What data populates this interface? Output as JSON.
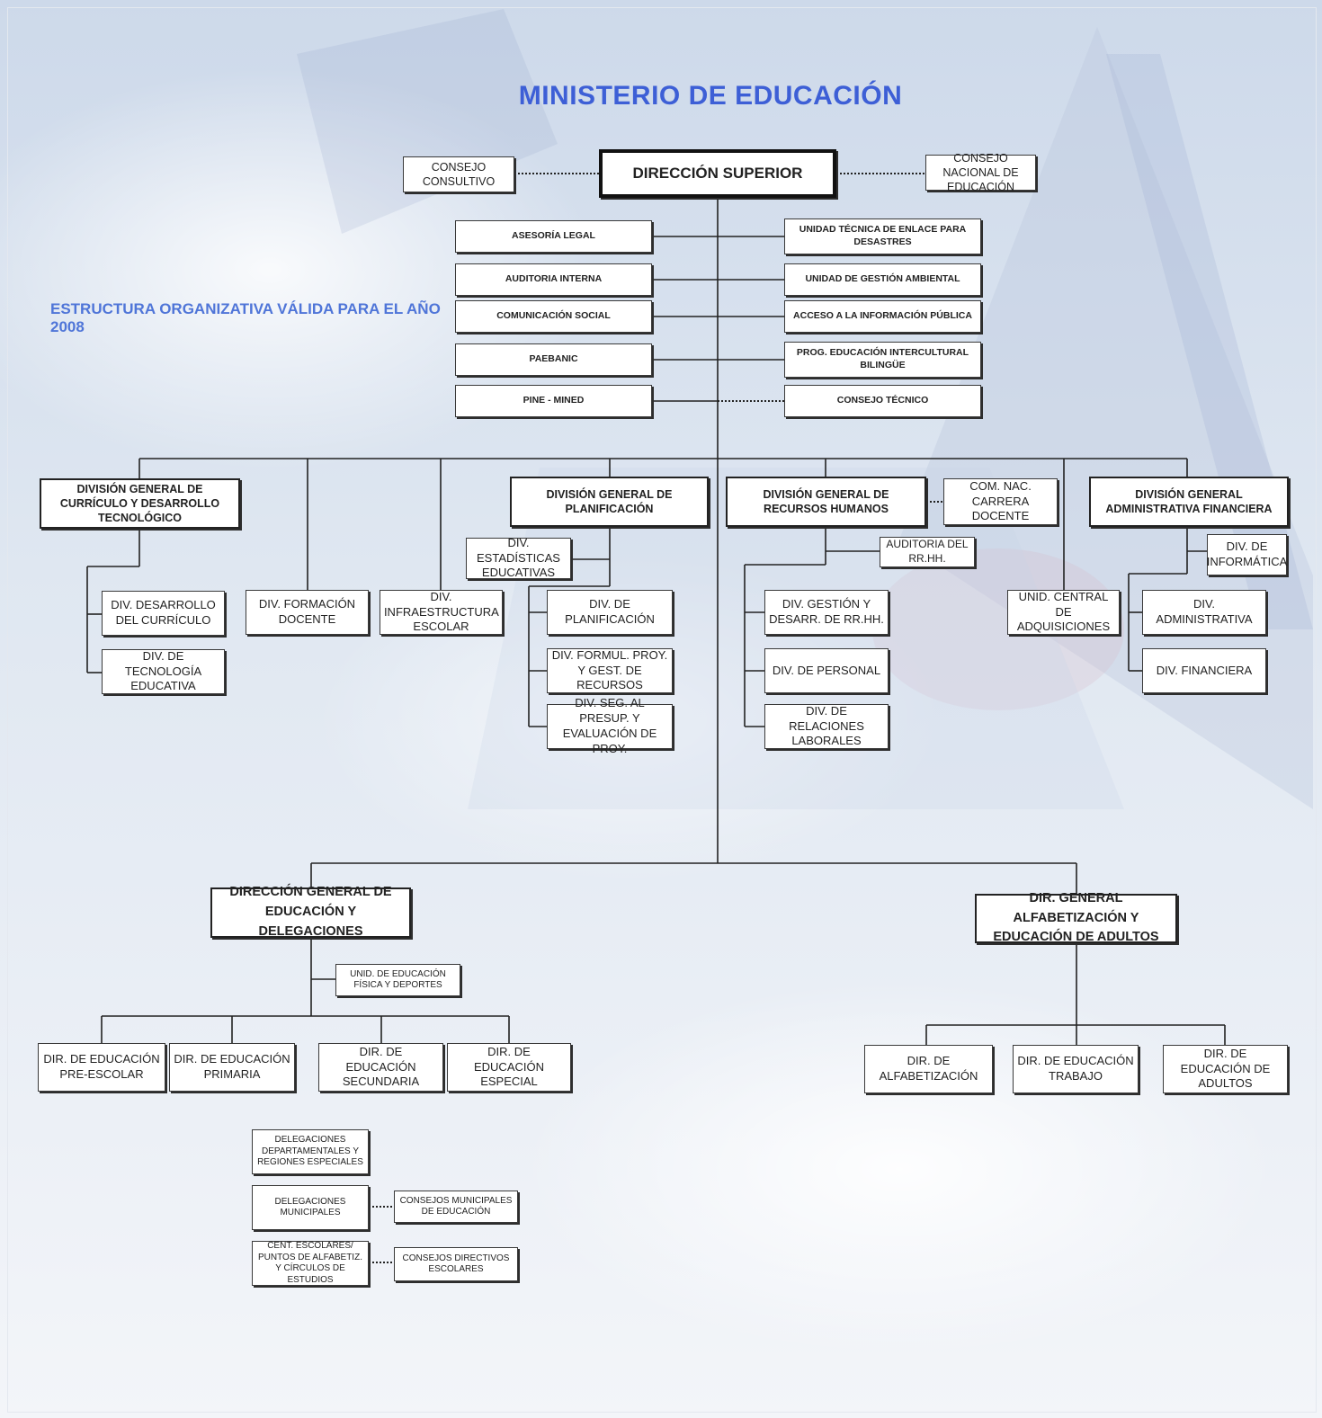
{
  "title": "MINISTERIO DE EDUCACIÓN",
  "subtitle": "ESTRUCTURA ORGANIZATIVA VÁLIDA PARA EL AÑO 2008",
  "top": {
    "main": "DIRECCIÓN SUPERIOR",
    "left": "CONSEJO CONSULTIVO",
    "right": "CONSEJO NACIONAL DE EDUCACIÓN"
  },
  "staff_left": [
    "ASESORÍA LEGAL",
    "AUDITORIA INTERNA",
    "COMUNICACIÓN SOCIAL",
    "PAEBANIC",
    "PINE - MINED"
  ],
  "staff_right": [
    "UNIDAD TÉCNICA DE ENLACE PARA DESASTRES",
    "UNIDAD DE GESTIÓN AMBIENTAL",
    "ACCESO A LA INFORMACIÓN PÚBLICA",
    "PROG. EDUCACIÓN INTERCULTURAL BILINGÜE",
    "CONSEJO TÉCNICO"
  ],
  "curriculo": {
    "head": "DIVISIÓN GENERAL DE CURRÍCULO Y DESARROLLO TECNOLÓGICO",
    "items": [
      "DIV. DESARROLLO DEL CURRÍCULO",
      "DIV. DE TECNOLOGÍA EDUCATIVA"
    ]
  },
  "formacion": "DIV. FORMACIÓN DOCENTE",
  "infraestructura": "DIV. INFRAESTRUCTURA ESCOLAR",
  "planificacion": {
    "head": "DIVISIÓN GENERAL DE PLANIFICACIÓN",
    "side": "DIV. ESTADÍSTICAS EDUCATIVAS",
    "items": [
      "DIV. DE PLANIFICACIÓN",
      "DIV. FORMUL. PROY. Y GEST. DE RECURSOS",
      "DIV. SEG. AL PRESUP. Y EVALUACIÓN DE PROY."
    ]
  },
  "rrhh": {
    "head": "DIVISIÓN GENERAL DE RECURSOS HUMANOS",
    "side": "COM. NAC. CARRERA DOCENTE",
    "audit": "AUDITORIA DEL RR.HH.",
    "items": [
      "DIV. GESTIÓN Y DESARR. DE RR.HH.",
      "DIV. DE PERSONAL",
      "DIV. DE RELACIONES LABORALES"
    ]
  },
  "adquisiciones": "UNID. CENTRAL DE ADQUISICIONES",
  "admin": {
    "head": "DIVISIÓN GENERAL ADMINISTRATIVA FINANCIERA",
    "items": [
      "DIV. DE INFORMÁTICA",
      "DIV. ADMINISTRATIVA",
      "DIV. FINANCIERA"
    ]
  },
  "delegaciones": {
    "head": "DIRECCIÓN GENERAL DE EDUCACIÓN Y DELEGACIONES",
    "side": "UNID. DE EDUCACIÓN FÍSICA Y DEPORTES",
    "items": [
      "DIR. DE EDUCACIÓN PRE-ESCOLAR",
      "DIR. DE EDUCACIÓN PRIMARIA",
      "DIR. DE EDUCACIÓN SECUNDARIA",
      "DIR. DE EDUCACIÓN ESPECIAL"
    ],
    "chain": [
      "DELEGACIONES DEPARTAMENTALES Y REGIONES ESPECIALES",
      "DELEGACIONES MUNICIPALES",
      "CENT. ESCOLARES/ PUNTOS DE ALFABETIZ. Y CÍRCULOS DE ESTUDIOS"
    ],
    "chain_side": [
      "CONSEJOS MUNICIPALES DE EDUCACIÓN",
      "CONSEJOS DIRECTIVOS ESCOLARES"
    ]
  },
  "alfabetizacion": {
    "head": "DIR. GENERAL ALFABETIZACIÓN Y EDUCACIÓN DE ADULTOS",
    "items": [
      "DIR. DE ALFABETIZACIÓN",
      "DIR. DE EDUCACIÓN TRABAJO",
      "DIR. DE EDUCACIÓN DE ADULTOS"
    ]
  }
}
